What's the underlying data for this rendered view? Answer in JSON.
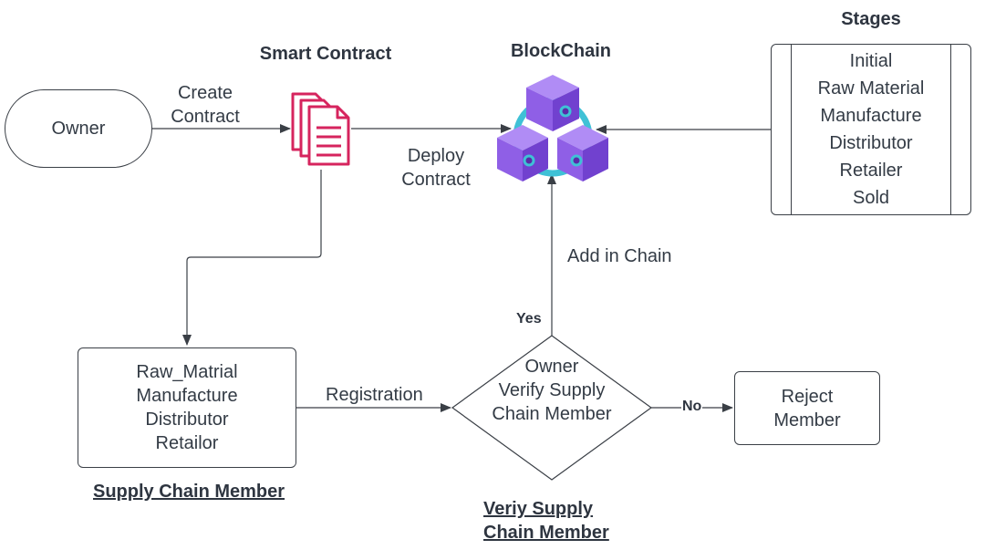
{
  "titles": {
    "smart_contract": "Smart Contract",
    "blockchain": "BlockChain",
    "stages": "Stages",
    "supply_chain_member": "Supply Chain Member",
    "verify_line1": "Veriy Supply",
    "verify_line2": "Chain Member"
  },
  "owner": {
    "label": "Owner"
  },
  "edges": {
    "create_line1": "Create",
    "create_line2": "Contract",
    "deploy_line1": "Deploy",
    "deploy_line2": "Contract",
    "add_in_chain": "Add in Chain",
    "registration": "Registration",
    "yes": "Yes",
    "no": "No"
  },
  "stages": [
    "Initial",
    "Raw Material",
    "Manufacture",
    "Distributor",
    "Retailer",
    "Sold"
  ],
  "members": [
    "Raw_Matrial",
    "Manufacture",
    "Distributor",
    "Retailor"
  ],
  "decision": {
    "line1": "Owner",
    "line2": "Verify Supply",
    "line3": "Chain Member"
  },
  "reject": {
    "line1": "Reject",
    "line2": "Member"
  },
  "colors": {
    "document_icon": "#d6245e",
    "cube_top": "#a77ff2",
    "cube_side": "#7b45d8",
    "cube_dark": "#5a2aa8",
    "ring": "#3fc1d6",
    "line": "#3a3f46"
  }
}
